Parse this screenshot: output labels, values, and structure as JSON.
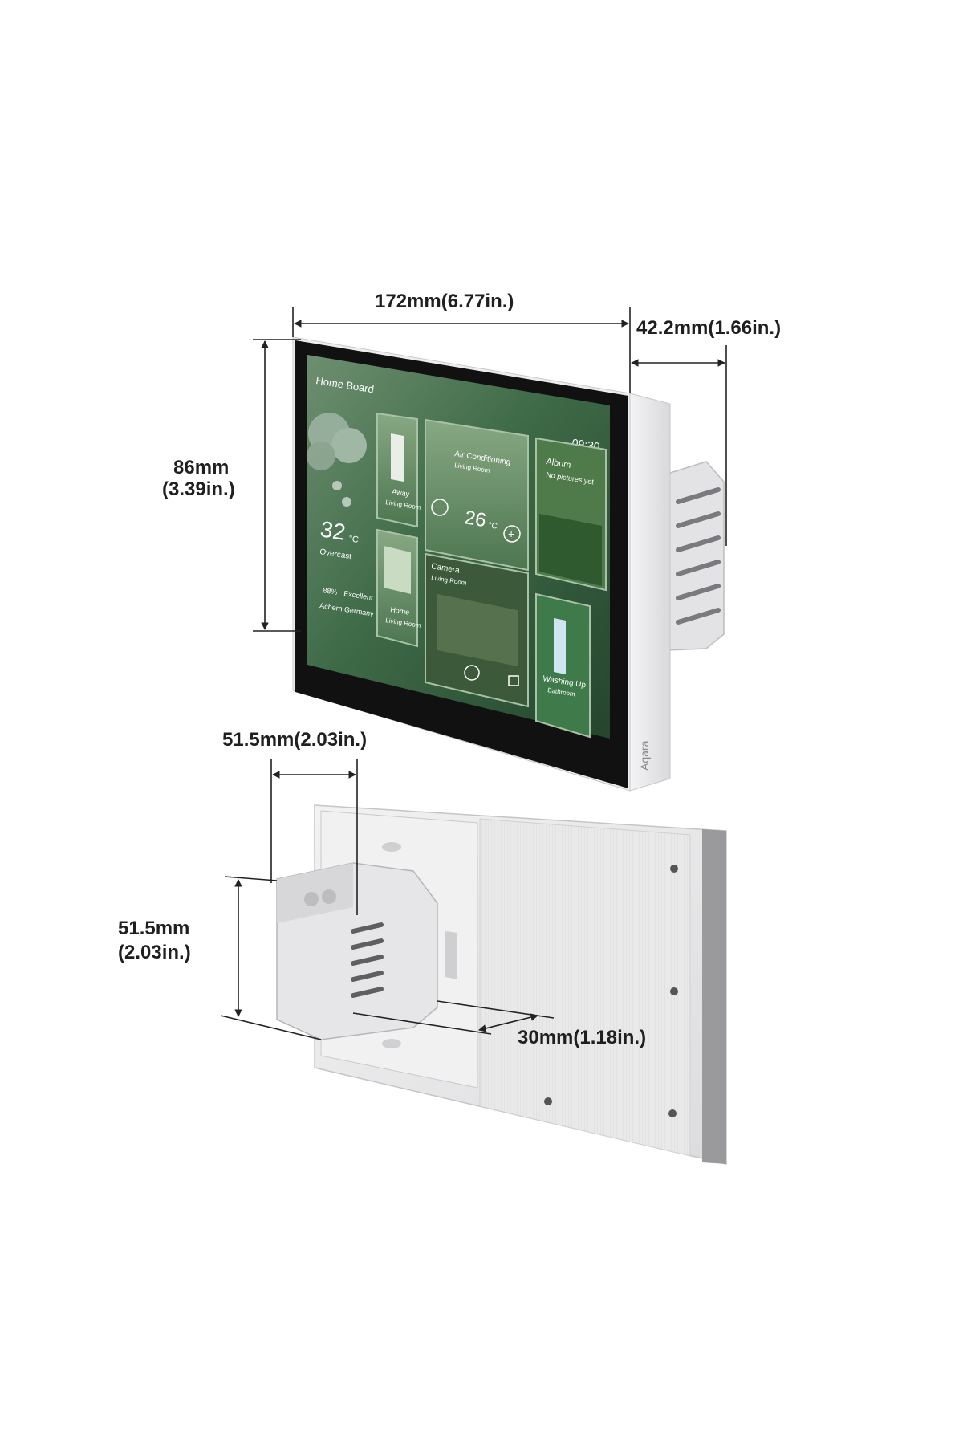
{
  "dimensions": {
    "width": "172mm(6.77in.)",
    "depth": "42.2mm(1.66in.)",
    "height_mm": "86mm",
    "height_in": "(3.39in.)",
    "box_width": "51.5mm(2.03in.)",
    "box_height_mm": "51.5mm",
    "box_height_in": "(2.03in.)",
    "box_depth": "30mm(1.18in.)"
  },
  "screen": {
    "title": "Home Board",
    "time": "09:30",
    "weather": {
      "temperature": "32",
      "unit": "°C",
      "condition": "Overcast",
      "humidity": "88%",
      "air": "Excellent",
      "location": "Achern Germany"
    },
    "tiles": {
      "away": {
        "label": "Away",
        "room": "Living Room"
      },
      "ac": {
        "label": "Air Conditioning",
        "room": "Living Room",
        "temperature": "26",
        "unit": "°C",
        "minus": "−",
        "plus": "+"
      },
      "album": {
        "label": "Album",
        "sub": "No pictures yet"
      },
      "home": {
        "label": "Home",
        "room": "Living Room"
      },
      "camera": {
        "label": "Camera",
        "room": "Living Room"
      },
      "washing": {
        "label": "Washing Up",
        "room": "Bathroom"
      }
    }
  },
  "brand": "Aqara",
  "colors": {
    "screen_green": "#3f6e4c",
    "frame": "#e8e8ea",
    "bezel": "#111111",
    "dim_line": "#222222"
  }
}
